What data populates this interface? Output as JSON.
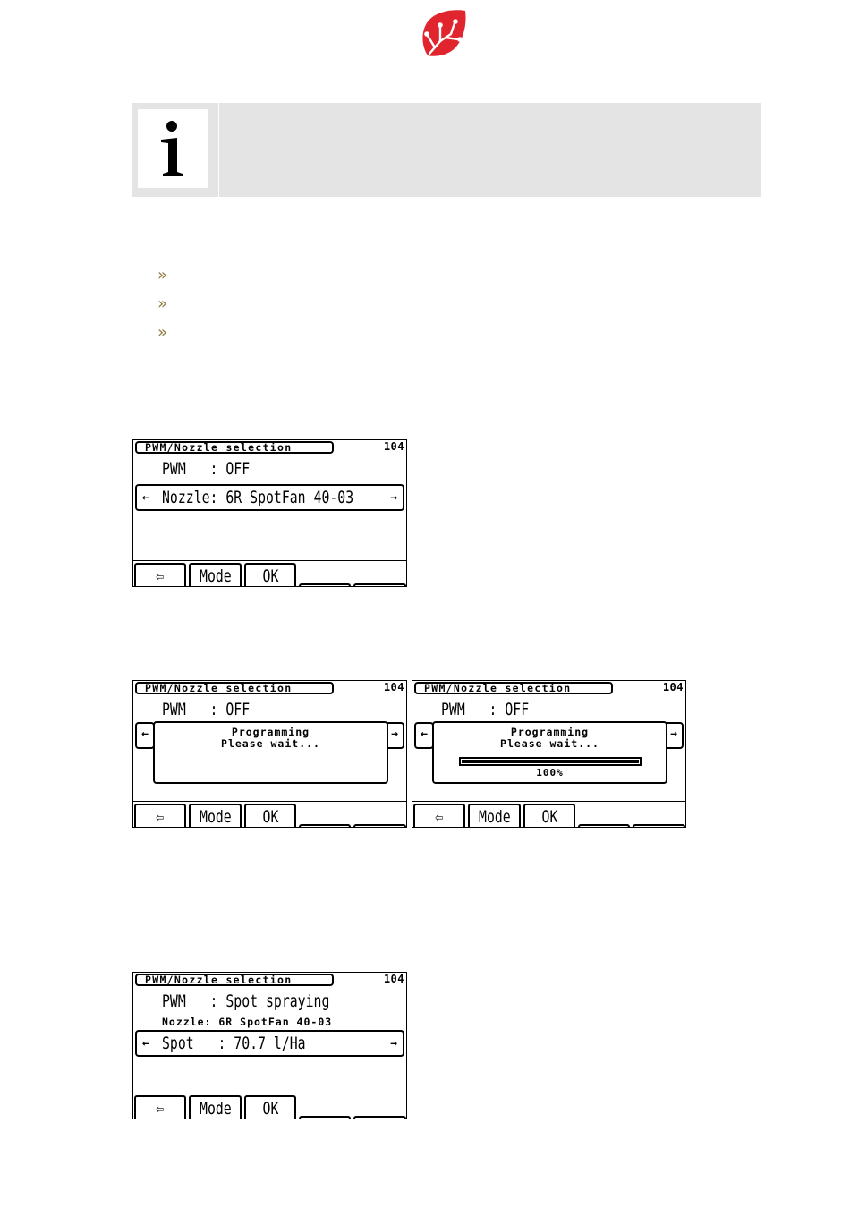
{
  "brand": {
    "accent_color": "#e0252e",
    "logo_icon": "circuit-leaf-logo-icon"
  },
  "info_box": {
    "icon": "info-icon",
    "glyph": "i"
  },
  "bullets": [
    "»",
    "»",
    "»"
  ],
  "screens": [
    {
      "header": "PWM/Nozzle selection",
      "page": "104",
      "pwm_row": "PWM   : OFF",
      "selected_row": "Nozzle: 6R SpotFan 40-03",
      "softkeys": {
        "back_glyph": "⇦",
        "mode": "Mode",
        "ok": "OK"
      }
    },
    {
      "header": "PWM/Nozzle selection",
      "page": "104",
      "pwm_row": "PWM   : OFF",
      "dialog": {
        "line1": "Programming",
        "line2": "Please wait..."
      },
      "softkeys": {
        "back_glyph": "⇦",
        "mode": "Mode",
        "ok": "OK"
      }
    },
    {
      "header": "PWM/Nozzle selection",
      "page": "104",
      "pwm_row": "PWM   : OFF",
      "dialog": {
        "line1": "Programming",
        "line2": "Please wait...",
        "progress_percent": 100,
        "progress_label": "100%"
      },
      "softkeys": {
        "back_glyph": "⇦",
        "mode": "Mode",
        "ok": "OK"
      }
    },
    {
      "header": "PWM/Nozzle selection",
      "page": "104",
      "pwm_row": "PWM   : Spot spraying",
      "nozzle_small": "Nozzle: 6R SpotFan 40-03",
      "selected_row": "Spot   : 70.7 l/Ha",
      "softkeys": {
        "back_glyph": "⇦",
        "mode": "Mode",
        "ok": "OK"
      }
    }
  ],
  "arrows": {
    "left": "←",
    "right": "→"
  }
}
